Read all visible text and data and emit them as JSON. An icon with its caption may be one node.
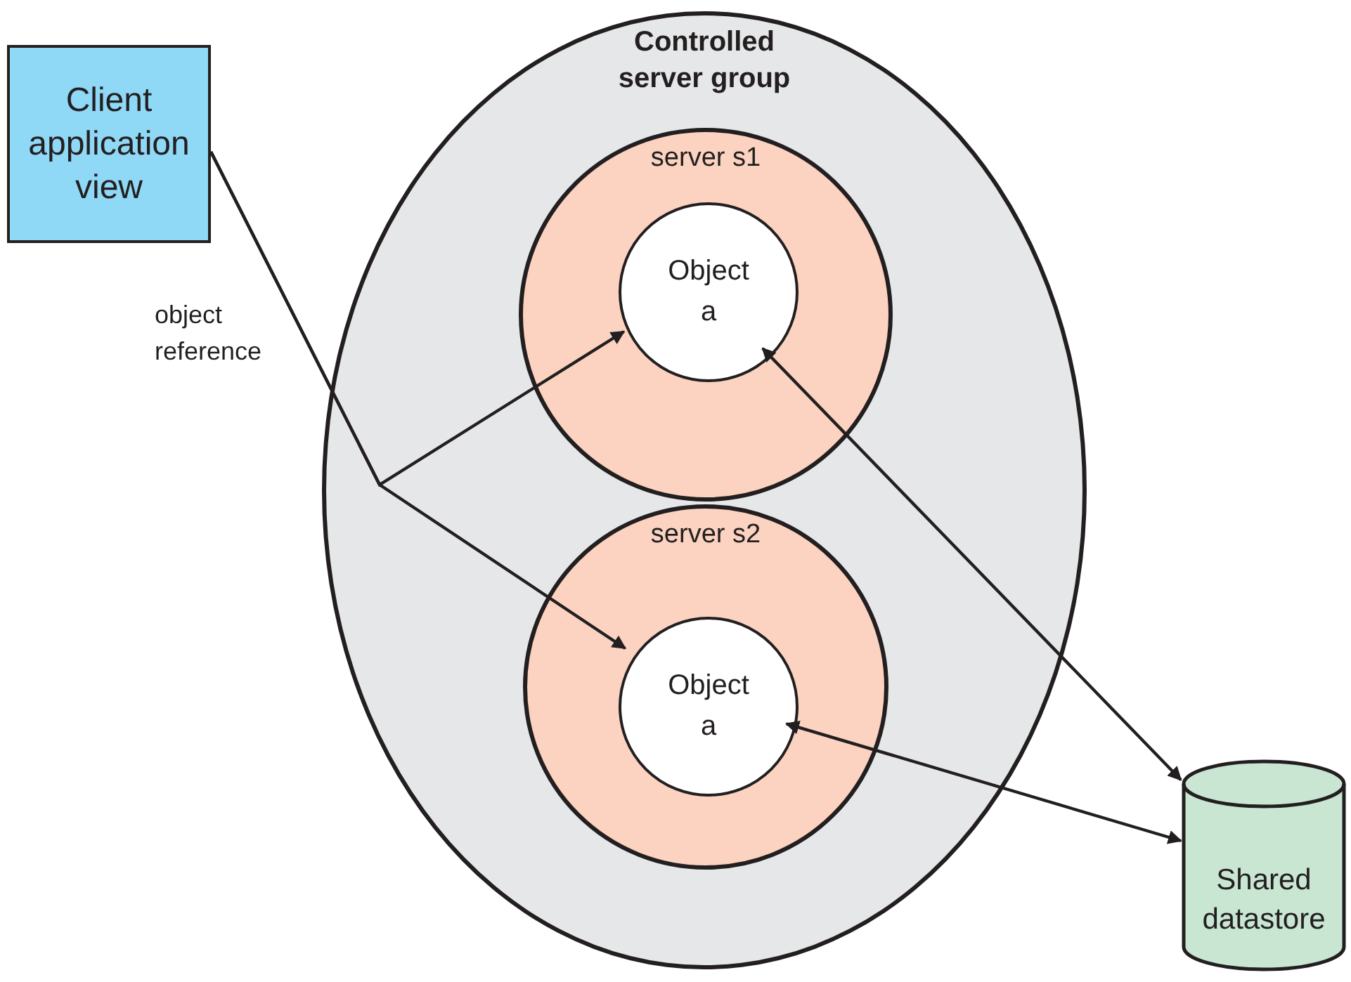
{
  "diagram": {
    "nodes": [
      {
        "text": [
          "Client application view"
        ]
      },
      {
        "text": [
          "Controlled server group"
        ]
      },
      {
        "text": [
          "server s1"
        ],
        "in": 1
      },
      {
        "text": [
          "Object a"
        ],
        "in": 2
      },
      {
        "text": [
          "server s2"
        ],
        "in": 1
      },
      {
        "text": [
          "Object a"
        ],
        "in": 4
      },
      {
        "text": [
          "Shared datastore"
        ]
      }
    ],
    "edges": [
      {
        "from": 0,
        "to": 3,
        "arrow": "to",
        "label": "object reference"
      },
      {
        "from": 0,
        "to": 5,
        "arrow": "to"
      },
      {
        "from": 3,
        "to": 6,
        "arrow": "both"
      },
      {
        "from": 5,
        "to": 6,
        "arrow": "both"
      }
    ]
  }
}
